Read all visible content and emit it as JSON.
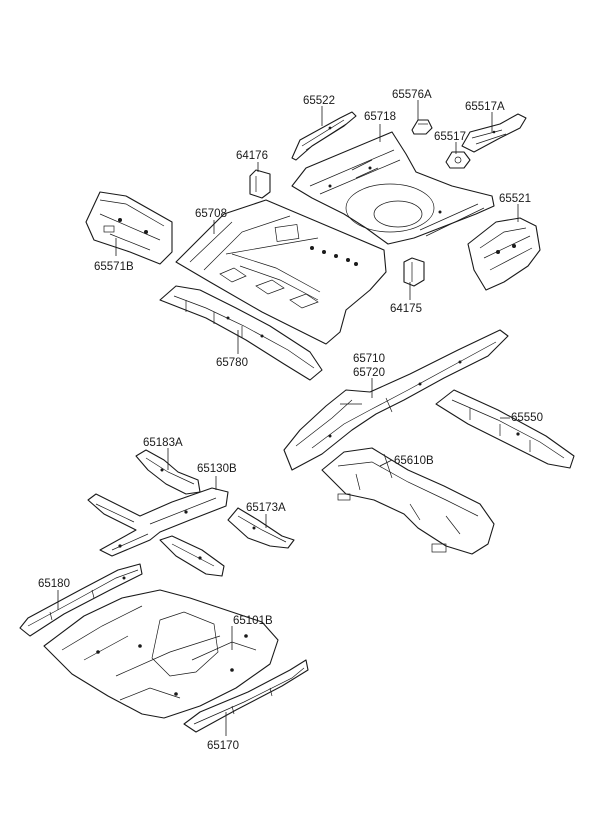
{
  "labels": {
    "p65522": "65522",
    "p65576A": "65576A",
    "p65718": "65718",
    "p65517A": "65517A",
    "p65517": "65517",
    "p64176": "64176",
    "p65521": "65521",
    "p65708": "65708",
    "p65571B": "65571B",
    "p64175": "64175",
    "p65780": "65780",
    "p65710": "65710",
    "p65720": "65720",
    "p65550": "65550",
    "p65183A": "65183A",
    "p65130B": "65130B",
    "p65610B": "65610B",
    "p65173A": "65173A",
    "p65180": "65180",
    "p65101B": "65101B",
    "p65170": "65170"
  }
}
